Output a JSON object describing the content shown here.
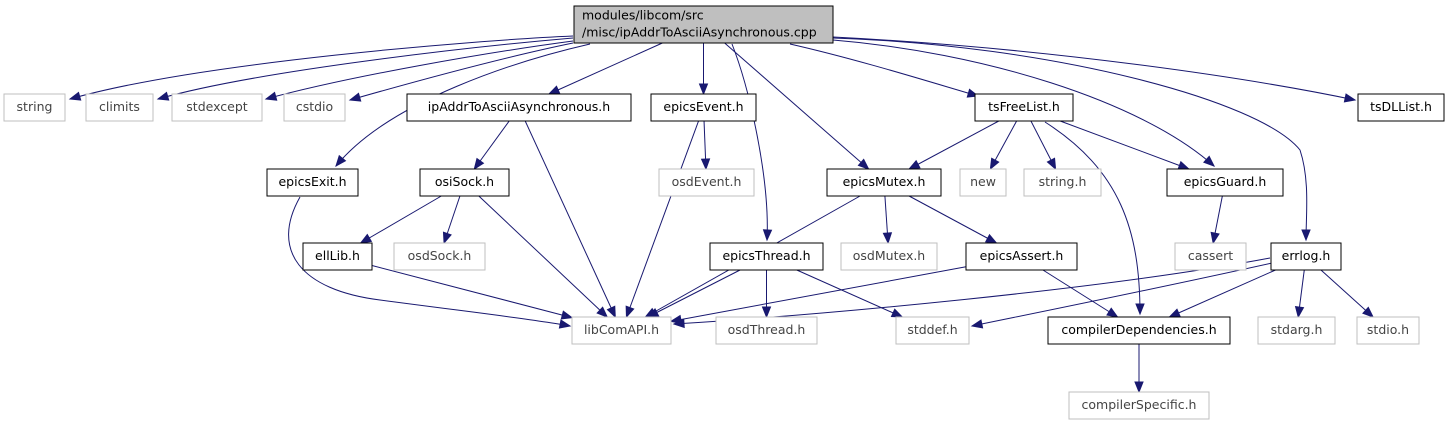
{
  "colors": {
    "edge": "#191970",
    "main_fill": "#bfbfbf",
    "main_stroke": "#000000",
    "internal_fill": "#ffffff",
    "internal_stroke": "#000000",
    "external_fill": "#ffffff",
    "external_stroke": "#bfbfbf"
  },
  "nodes": [
    {
      "id": "main",
      "lines": [
        "modules/libcom/src",
        "/misc/ipAddrToAsciiAsynchronous.cpp"
      ],
      "kind": "main"
    },
    {
      "id": "string",
      "lines": [
        "string"
      ],
      "kind": "external"
    },
    {
      "id": "climits",
      "lines": [
        "climits"
      ],
      "kind": "external"
    },
    {
      "id": "stdexcept",
      "lines": [
        "stdexcept"
      ],
      "kind": "external"
    },
    {
      "id": "cstdio",
      "lines": [
        "cstdio"
      ],
      "kind": "external"
    },
    {
      "id": "ipaddr_h",
      "lines": [
        "ipAddrToAsciiAsynchronous.h"
      ],
      "kind": "internal"
    },
    {
      "id": "epicsEvent",
      "lines": [
        "epicsEvent.h"
      ],
      "kind": "internal"
    },
    {
      "id": "tsFreeList",
      "lines": [
        "tsFreeList.h"
      ],
      "kind": "internal"
    },
    {
      "id": "tsDLList",
      "lines": [
        "tsDLList.h"
      ],
      "kind": "internal"
    },
    {
      "id": "epicsExit",
      "lines": [
        "epicsExit.h"
      ],
      "kind": "internal"
    },
    {
      "id": "osiSock",
      "lines": [
        "osiSock.h"
      ],
      "kind": "internal"
    },
    {
      "id": "osdEvent",
      "lines": [
        "osdEvent.h"
      ],
      "kind": "external"
    },
    {
      "id": "epicsMutex",
      "lines": [
        "epicsMutex.h"
      ],
      "kind": "internal"
    },
    {
      "id": "new",
      "lines": [
        "new"
      ],
      "kind": "external"
    },
    {
      "id": "string_h",
      "lines": [
        "string.h"
      ],
      "kind": "external"
    },
    {
      "id": "epicsGuard",
      "lines": [
        "epicsGuard.h"
      ],
      "kind": "internal"
    },
    {
      "id": "ellLib",
      "lines": [
        "ellLib.h"
      ],
      "kind": "internal"
    },
    {
      "id": "osdSock",
      "lines": [
        "osdSock.h"
      ],
      "kind": "external"
    },
    {
      "id": "epicsThread",
      "lines": [
        "epicsThread.h"
      ],
      "kind": "internal"
    },
    {
      "id": "osdMutex",
      "lines": [
        "osdMutex.h"
      ],
      "kind": "external"
    },
    {
      "id": "epicsAssert",
      "lines": [
        "epicsAssert.h"
      ],
      "kind": "internal"
    },
    {
      "id": "cassert",
      "lines": [
        "cassert"
      ],
      "kind": "external"
    },
    {
      "id": "errlog",
      "lines": [
        "errlog.h"
      ],
      "kind": "internal"
    },
    {
      "id": "libComAPI",
      "lines": [
        "libComAPI.h"
      ],
      "kind": "external"
    },
    {
      "id": "osdThread",
      "lines": [
        "osdThread.h"
      ],
      "kind": "external"
    },
    {
      "id": "stddef",
      "lines": [
        "stddef.h"
      ],
      "kind": "external"
    },
    {
      "id": "compilerDeps",
      "lines": [
        "compilerDependencies.h"
      ],
      "kind": "internal"
    },
    {
      "id": "stdarg",
      "lines": [
        "stdarg.h"
      ],
      "kind": "external"
    },
    {
      "id": "stdio",
      "lines": [
        "stdio.h"
      ],
      "kind": "external"
    },
    {
      "id": "compilerSpecific",
      "lines": [
        "compilerSpecific.h"
      ],
      "kind": "external"
    }
  ],
  "edges": [
    {
      "from": "main",
      "to": "string"
    },
    {
      "from": "main",
      "to": "climits"
    },
    {
      "from": "main",
      "to": "stdexcept"
    },
    {
      "from": "main",
      "to": "cstdio"
    },
    {
      "from": "main",
      "to": "epicsExit"
    },
    {
      "from": "main",
      "to": "ipaddr_h"
    },
    {
      "from": "main",
      "to": "epicsEvent"
    },
    {
      "from": "main",
      "to": "epicsThread"
    },
    {
      "from": "main",
      "to": "epicsMutex"
    },
    {
      "from": "main",
      "to": "tsFreeList"
    },
    {
      "from": "main",
      "to": "epicsGuard"
    },
    {
      "from": "main",
      "to": "errlog"
    },
    {
      "from": "main",
      "to": "tsDLList"
    },
    {
      "from": "ipaddr_h",
      "to": "osiSock"
    },
    {
      "from": "ipaddr_h",
      "to": "libComAPI"
    },
    {
      "from": "epicsEvent",
      "to": "osdEvent"
    },
    {
      "from": "epicsEvent",
      "to": "libComAPI"
    },
    {
      "from": "epicsExit",
      "to": "libComAPI"
    },
    {
      "from": "osiSock",
      "to": "ellLib"
    },
    {
      "from": "osiSock",
      "to": "osdSock"
    },
    {
      "from": "osiSock",
      "to": "libComAPI"
    },
    {
      "from": "ellLib",
      "to": "libComAPI"
    },
    {
      "from": "tsFreeList",
      "to": "epicsMutex"
    },
    {
      "from": "tsFreeList",
      "to": "new"
    },
    {
      "from": "tsFreeList",
      "to": "string_h"
    },
    {
      "from": "tsFreeList",
      "to": "epicsGuard"
    },
    {
      "from": "tsFreeList",
      "to": "compilerDeps"
    },
    {
      "from": "epicsMutex",
      "to": "libComAPI"
    },
    {
      "from": "epicsMutex",
      "to": "osdMutex"
    },
    {
      "from": "epicsMutex",
      "to": "epicsAssert"
    },
    {
      "from": "epicsGuard",
      "to": "cassert"
    },
    {
      "from": "epicsThread",
      "to": "libComAPI"
    },
    {
      "from": "epicsThread",
      "to": "osdThread"
    },
    {
      "from": "epicsThread",
      "to": "stddef"
    },
    {
      "from": "epicsAssert",
      "to": "libComAPI"
    },
    {
      "from": "epicsAssert",
      "to": "compilerDeps"
    },
    {
      "from": "errlog",
      "to": "libComAPI"
    },
    {
      "from": "errlog",
      "to": "stddef"
    },
    {
      "from": "errlog",
      "to": "compilerDeps"
    },
    {
      "from": "errlog",
      "to": "stdarg"
    },
    {
      "from": "errlog",
      "to": "stdio"
    },
    {
      "from": "compilerDeps",
      "to": "compilerSpecific"
    }
  ]
}
